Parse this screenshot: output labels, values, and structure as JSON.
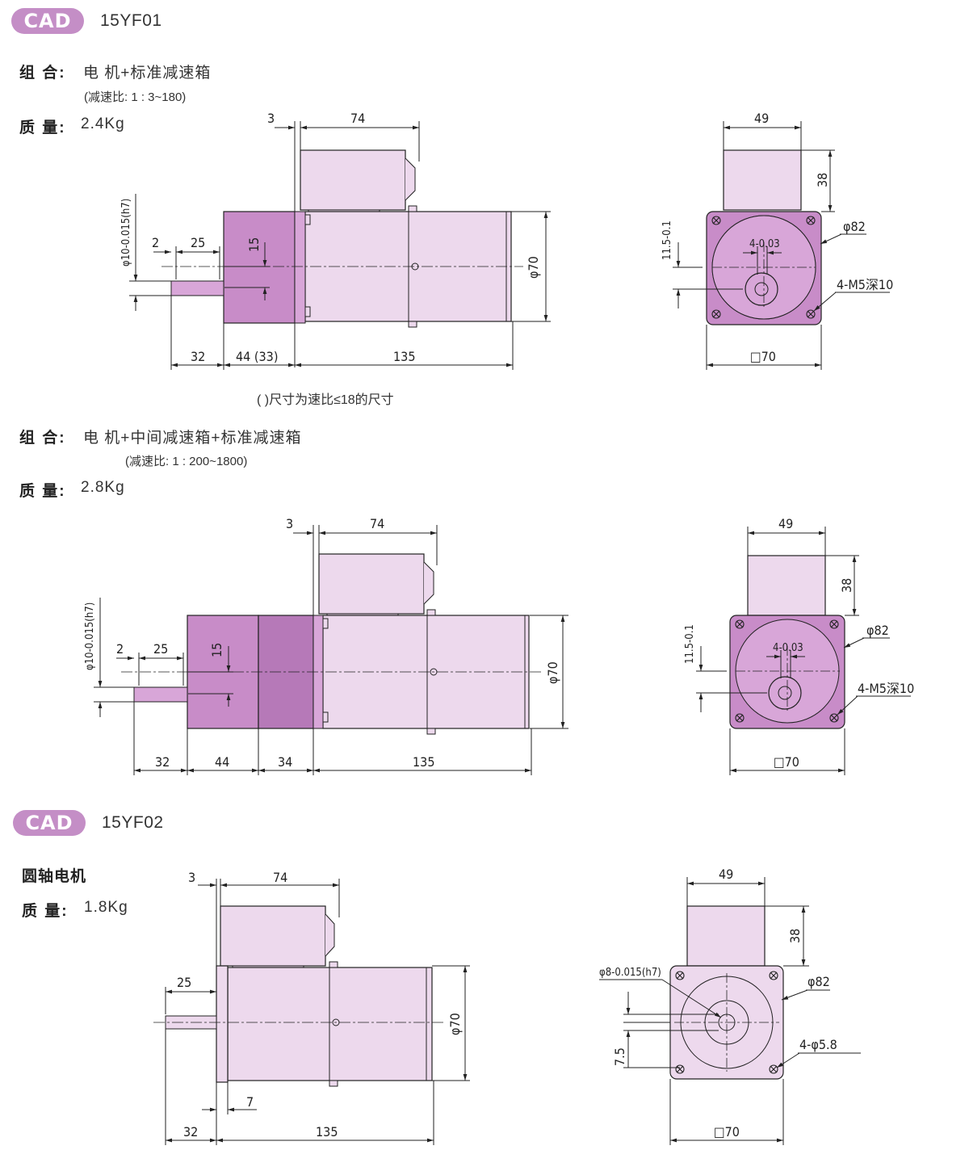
{
  "sections": [
    {
      "badge": "CAD",
      "model": "15YF01"
    },
    {
      "badge": "CAD",
      "model": "15YF02"
    }
  ],
  "spec1": {
    "combo_label": "组 合:",
    "combo_value": "电 机+标准减速箱",
    "ratio": "(减速比: 1 : 3~180)",
    "mass_label": "质 量:",
    "mass_value": "2.4Kg",
    "note": "( )尺寸为速比≤18的尺寸"
  },
  "spec2": {
    "combo_label": "组 合:",
    "combo_value": "电 机+中间减速箱+标准减速箱",
    "ratio": "(减速比: 1 : 200~1800)",
    "mass_label": "质 量:",
    "mass_value": "2.8Kg"
  },
  "spec3": {
    "type_label": "圆轴电机",
    "mass_label": "质 量:",
    "mass_value": "1.8Kg"
  },
  "dims": {
    "d3": "3",
    "d74": "74",
    "d32": "32",
    "d44_33": "44 (33)",
    "d44": "44",
    "d34": "34",
    "d135": "135",
    "d25": "25",
    "d2": "2",
    "d15": "15",
    "d7": "7",
    "phi70": "φ70",
    "shaft_h7": "φ10-0.015(h7)",
    "shaft8_h7": "φ8-0.015(h7)",
    "d49": "49",
    "d38": "38",
    "phi82": "φ82",
    "sq70": "□70",
    "key4": "4-0.03",
    "d115": "11.5-0.1",
    "d75": "7.5",
    "m5": "4-M5深10",
    "phi58": "4-φ5.8"
  },
  "colors": {
    "body_light": "#edd9ed",
    "gear_dark": "#c88cc8",
    "gear_mid": "#d8a6d8",
    "badge": "#c48ec6",
    "line": "#222222"
  }
}
